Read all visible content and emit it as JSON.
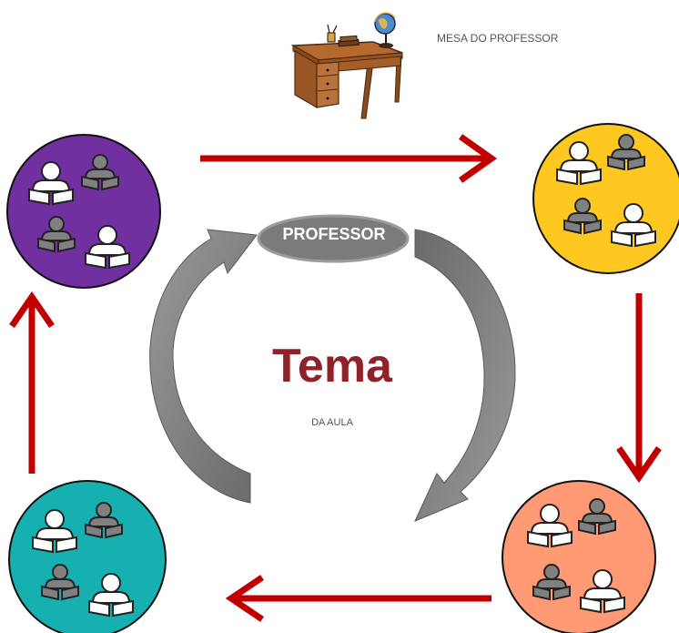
{
  "desk": {
    "label": "MESA DO PROFESSOR",
    "icon": "teacher-desk-icon"
  },
  "teacher": {
    "label": "PROFESSOR",
    "color": "#7b7b7b"
  },
  "topic": {
    "title": "Tema",
    "subtitle": "DA AULA",
    "title_color": "#8e2228"
  },
  "groups": [
    {
      "id": "purple",
      "color": "#7030a0"
    },
    {
      "id": "yellow",
      "color": "#ffc820"
    },
    {
      "id": "salmon",
      "color": "#ff9a74"
    },
    {
      "id": "teal",
      "color": "#16b0b0"
    }
  ],
  "arrow_colors": {
    "rotation": "#c00000",
    "teacher_cycle": "#808080"
  }
}
